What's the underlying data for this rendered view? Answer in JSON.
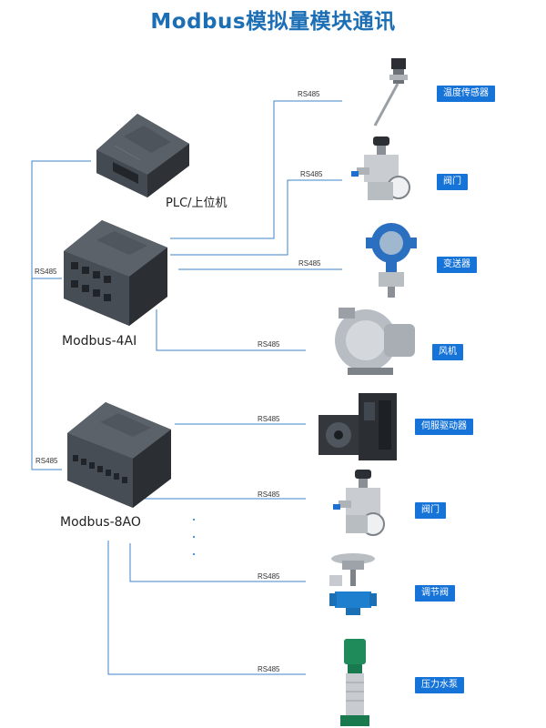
{
  "title": "Modbus模拟量模块通讯",
  "bus_label": "RS485",
  "devices": {
    "plc": "PLC/上位机",
    "ai": "Modbus-4AI",
    "ao": "Modbus-8AO"
  },
  "field_devices": [
    {
      "label": "温度传感器",
      "icon": "temperature-sensor-icon"
    },
    {
      "label": "阀门",
      "icon": "valve-icon"
    },
    {
      "label": "变送器",
      "icon": "transmitter-icon"
    },
    {
      "label": "风机",
      "icon": "blower-fan-icon"
    },
    {
      "label": "伺服驱动器",
      "icon": "servo-drive-icon"
    },
    {
      "label": "阀门",
      "icon": "valve-icon"
    },
    {
      "label": "调节阀",
      "icon": "control-valve-icon"
    },
    {
      "label": "压力水泵",
      "icon": "water-pump-icon"
    }
  ],
  "colors": {
    "accent": "#1673d8",
    "title": "#1c6fb5",
    "wire": "#3f86c8",
    "module": "#4a4f55"
  }
}
